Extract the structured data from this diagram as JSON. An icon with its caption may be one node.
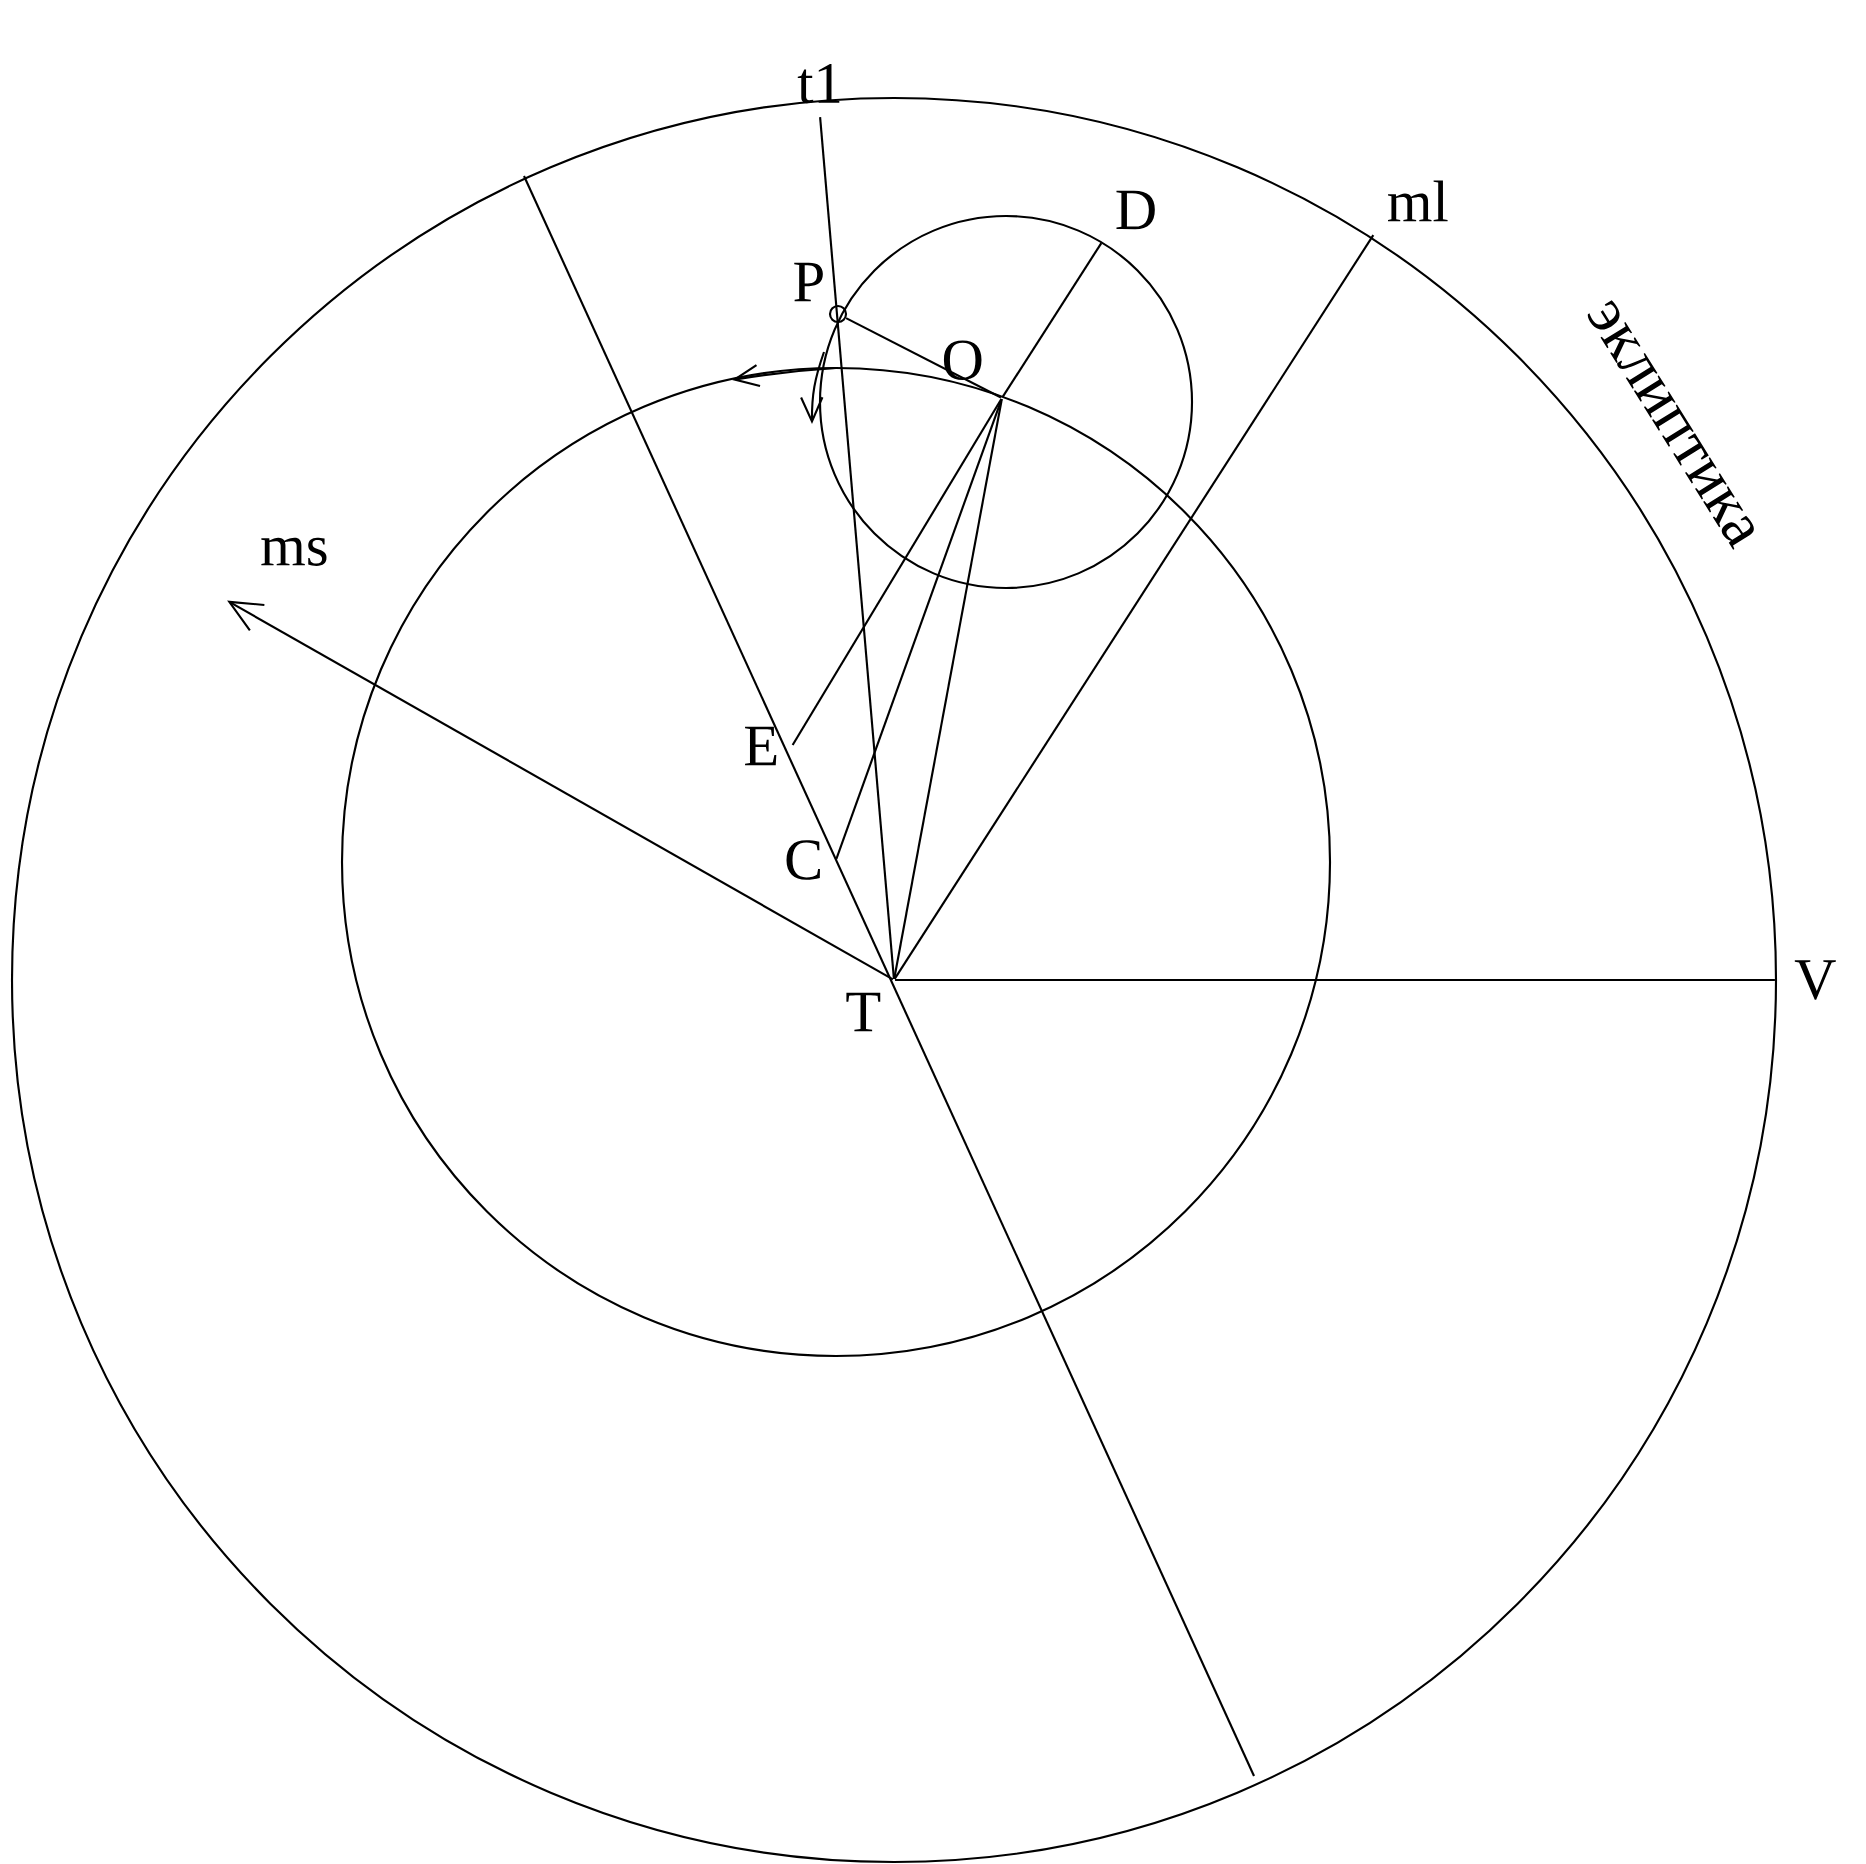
{
  "diagram": {
    "nodes": [
      {
        "text": [
          "t1"
        ]
      },
      {
        "text": [
          "P"
        ]
      },
      {
        "text": [
          "D"
        ]
      },
      {
        "text": [
          "O"
        ]
      },
      {
        "text": [
          "ml"
        ]
      },
      {
        "text": [
          "ms"
        ]
      },
      {
        "text": [
          "E"
        ]
      },
      {
        "text": [
          "C"
        ]
      },
      {
        "text": [
          "T"
        ]
      },
      {
        "text": [
          "V"
        ]
      }
    ],
    "edges": [
      {
        "from": 8,
        "to": 9,
        "arrow": "none"
      },
      {
        "from": 8,
        "to": 4,
        "arrow": "none"
      },
      {
        "from": 8,
        "to": 0,
        "arrow": "none"
      },
      {
        "from": 8,
        "to": 5,
        "arrow": "to"
      },
      {
        "from": 3,
        "to": 2,
        "arrow": "none"
      },
      {
        "from": 3,
        "to": 1,
        "arrow": "none"
      },
      {
        "from": 3,
        "to": 6,
        "arrow": "none"
      },
      {
        "from": 3,
        "to": 7,
        "arrow": "none"
      },
      {
        "from": 3,
        "to": 8,
        "arrow": "none"
      }
    ],
    "labels": [
      "эклиптика"
    ]
  }
}
